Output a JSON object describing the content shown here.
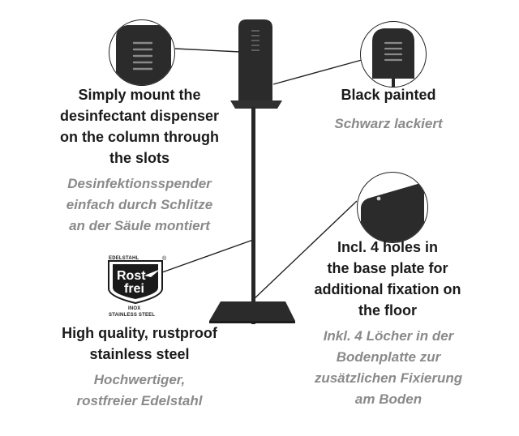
{
  "features": {
    "mount": {
      "title": "Simply mount the\ndesinfectant dispenser\non the column through\nthe slots",
      "subtitle": "Desinfektionsspender\neinfach durch Schlitze\nan der Säule montiert"
    },
    "paint": {
      "title": "Black painted",
      "subtitle": "Schwarz lackiert"
    },
    "holes": {
      "title": "Incl. 4 holes in\nthe base plate for\nadditional fixation on\nthe floor",
      "subtitle": "Inkl. 4 Löcher in der\nBodenplatte zur\nzusätzlichen Fixierung\nam Boden"
    },
    "steel": {
      "title": "High quality, rustproof\nstainless steel",
      "subtitle": "Hochwertiger,\nrostfreier Edelstahl"
    }
  },
  "badge": {
    "top": "EDELSTAHL",
    "registered": "®",
    "line1": "Rost",
    "line2": "frei",
    "inox": "INOX",
    "stainless": "STAINLESS STEEL"
  },
  "colors": {
    "product": "#2b2b2b",
    "title_text": "#1a1a1a",
    "subtitle_text": "#8a8a8a"
  }
}
